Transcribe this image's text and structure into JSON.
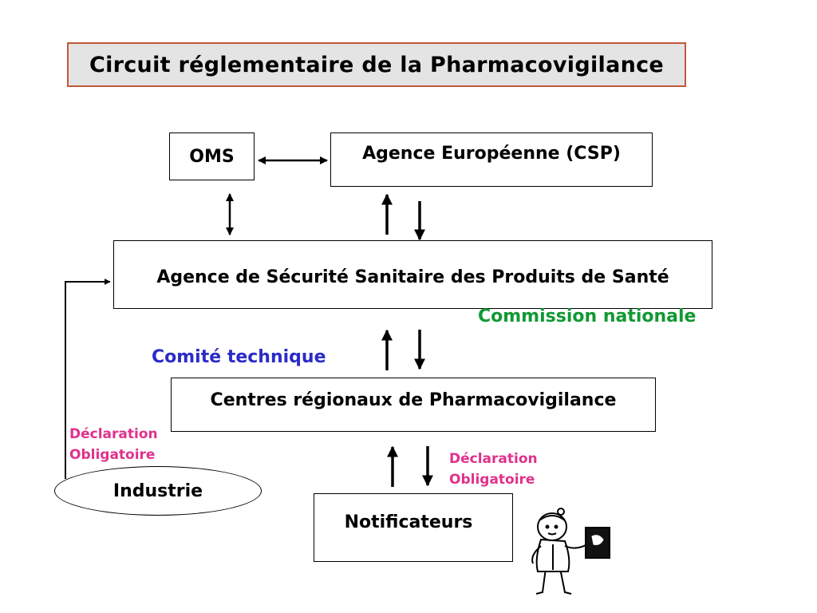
{
  "title": "Circuit réglementaire de la Pharmacovigilance",
  "nodes": {
    "oms": "OMS",
    "agence_europeenne": "Agence Européenne (CSP)",
    "agence_securite": "Agence de Sécurité Sanitaire des Produits de Santé",
    "centres_regionaux": "Centres régionaux de Pharmacovigilance",
    "industrie": "Industrie",
    "notificateurs": "Notificateurs"
  },
  "labels": {
    "commission": "Commission nationale",
    "comite": "Comité technique",
    "declaration_industrie": [
      "Déclaration",
      "Obligatoire"
    ],
    "declaration_notificateurs": [
      "Déclaration",
      "Obligatoire"
    ]
  },
  "colors": {
    "title_border": "#c0583a",
    "title_fill": "#e4e4e4",
    "commission": "#119933",
    "comite": "#2b2bc8",
    "declaration": "#e0318c"
  }
}
